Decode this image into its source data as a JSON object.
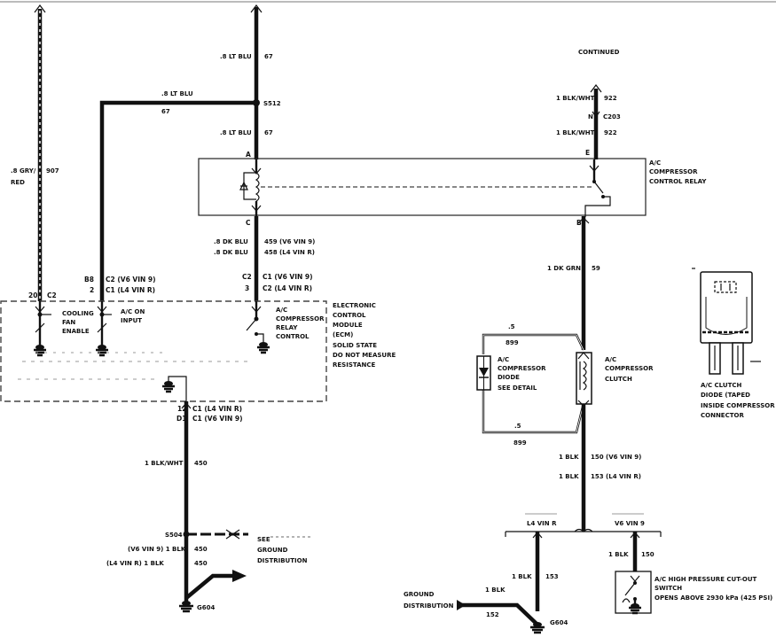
{
  "continued": "CONTINUED",
  "wires": {
    "gry_red_size": ".8 GRY/",
    "gry_red_red": "RED",
    "gry_red_circuit": "907",
    "lt_blu_top": ".8 LT BLU",
    "lt_blu_top_circuit": "67",
    "lt_blu_branch": ".8 LT BLU",
    "lt_blu_branch_circuit": "67",
    "lt_blu_relay": ".8 LT BLU",
    "lt_blu_relay_circuit": "67",
    "splice_s512": "S512",
    "dk_blu_v6": ".8 DK BLU",
    "dk_blu_v6_circuit": "459 (V6 VIN 9)",
    "dk_blu_l4": ".8 DK BLU",
    "dk_blu_l4_circuit": "458 (L4 VIN R)",
    "blk_wht_top": "1 BLK/WHT",
    "blk_wht_top_circuit": "922",
    "connector_c203_pin": "N",
    "connector_c203": "C203",
    "blk_wht_relay": "1 BLK/WHT",
    "blk_wht_relay_circuit": "922",
    "dk_grn": "1 DK GRN",
    "dk_grn_circuit": "59",
    "blk_wht_ecm": "1 BLK/WHT",
    "blk_wht_ecm_circuit": "450",
    "splice_s504": "S504",
    "blk_v6": "(V6 VIN 9) 1 BLK",
    "blk_v6_circuit": "450",
    "blk_l4": "(L4 VIN R) 1 BLK",
    "blk_l4_circuit": "450",
    "see_ground": "SEE",
    "see_ground_2": "GROUND",
    "see_ground_3": "DISTRIBUTION",
    "ground_g604": "G604",
    "diode_wire_top": ".5",
    "diode_wire_top_circuit": "899",
    "diode_wire_bottom": ".5",
    "diode_wire_bottom_circuit": "899",
    "clutch_blk_v6": "1 BLK",
    "clutch_blk_v6_circuit": "150 (V6 VIN 9)",
    "clutch_blk_l4": "1 BLK",
    "clutch_blk_l4_circuit": "153 (L4 VIN R)",
    "branch_l4": "L4 VIN R",
    "branch_v6": "V6 VIN 9",
    "blk_153": "1 BLK",
    "blk_153_circuit": "153",
    "blk_152": "1 BLK",
    "blk_152_circuit": "152",
    "ground_dist_1": "GROUND",
    "ground_dist_2": "DISTRIBUTION",
    "ground_g604_right": "G604",
    "blk_150": "1 BLK",
    "blk_150_circuit": "150"
  },
  "relay": {
    "title_1": "A/C",
    "title_2": "COMPRESSOR",
    "title_3": "CONTROL RELAY",
    "pin_a": "A",
    "pin_c": "C",
    "pin_e": "E",
    "pin_b": "B"
  },
  "ecm": {
    "title_1": "ELECTRONIC",
    "title_2": "CONTROL",
    "title_3": "MODULE",
    "title_4": "(ECM)",
    "note_1": "SOLID STATE",
    "note_2": "DO NOT MEASURE",
    "note_3": "RESISTANCE",
    "pin_20": "20",
    "pin_20_conn": "C2",
    "pin_b8": "B8",
    "pin_b8_conn": "C2 (V6 VIN 9)",
    "pin_2": "2",
    "pin_2_conn": "C1 (L4 VIN R)",
    "pin_c2": "C2",
    "pin_c2_conn": "C1 (V6 VIN 9)",
    "pin_3": "3",
    "pin_3_conn": "C2 (L4 VIN R)",
    "pin_12": "12",
    "pin_12_conn": "C1 (L4 VIN R)",
    "pin_d1": "D1",
    "pin_d1_conn": "C1 (V6 VIN 9)",
    "cooling_1": "COOLING",
    "cooling_2": "FAN",
    "cooling_3": "ENABLE",
    "ac_input_1": "A/C ON",
    "ac_input_2": "INPUT",
    "relay_ctl_1": "A/C",
    "relay_ctl_2": "COMPRESSOR",
    "relay_ctl_3": "RELAY",
    "relay_ctl_4": "CONTROL"
  },
  "components": {
    "diode_1": "A/C",
    "diode_2": "COMPRESSOR",
    "diode_3": "DIODE",
    "diode_4": "SEE DETAIL",
    "clutch_1": "A/C",
    "clutch_2": "COMPRESSOR",
    "clutch_3": "CLUTCH",
    "detail_1": "A/C CLUTCH",
    "detail_2": "DIODE (TAPED",
    "detail_3": "INSIDE COMPRESSOR",
    "detail_4": "CONNECTOR",
    "switch_1": "A/C HIGH PRESSURE CUT-OUT",
    "switch_2": "SWITCH",
    "switch_3": "OPENS ABOVE 2930 kPa (425 PSI)"
  }
}
